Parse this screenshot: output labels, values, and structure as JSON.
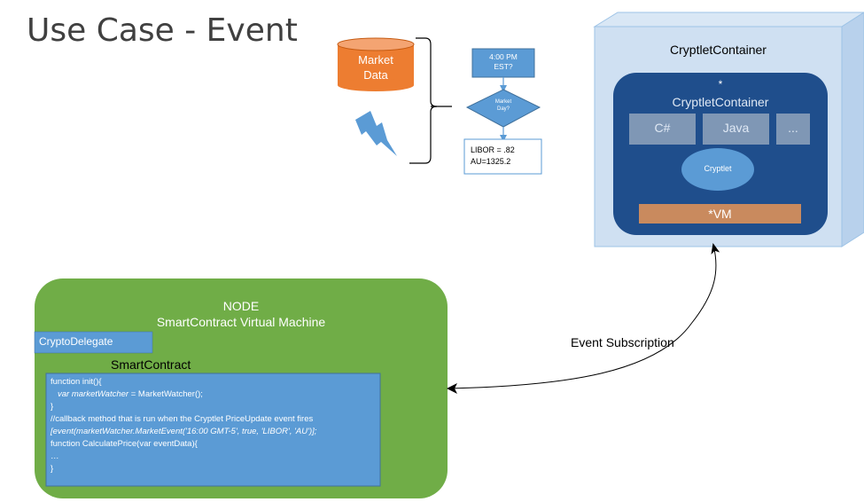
{
  "slide": {
    "title": "Use Case - Event"
  },
  "market_data": {
    "label_line1": "Market",
    "label_line2": "Data"
  },
  "flowchart": {
    "time_box_line1": "4:00 PM",
    "time_box_line2": "EST?",
    "decision_line1": "Market",
    "decision_line2": "Day?",
    "result_line1": "LIBOR = .82",
    "result_line2": "AU=1325.2"
  },
  "container": {
    "title": "CryptletContainer",
    "star": "*",
    "inner_title": "CryptletContainer",
    "languages": [
      "C#",
      "Java",
      "..."
    ],
    "cryptlet": "Cryptlet",
    "vm": "*VM"
  },
  "node": {
    "title": "NODE",
    "subtitle": "SmartContract Virtual Machine",
    "delegate": "CryptoDelegate",
    "contract_label": "SmartContract",
    "code": {
      "line1": "function init(){",
      "line2_var": "var ",
      "line2_name": "marketWatcher",
      "line2_rest": " = MarketWatcher();",
      "line3": "}",
      "line4": "//callback method that is run when the Cryptlet PriceUpdate event fires",
      "line5": "[event(marketWatcher.MarketEvent('16:00 GMT-5', true, 'LIBOR', 'AU')];",
      "line6": "function CalculatePrice(var eventData){",
      "line7": "…",
      "line8": "}"
    }
  },
  "connector": {
    "label": "Event Subscription"
  },
  "colors": {
    "orange": "#ED7D31",
    "blue": "#5B9BD5",
    "dark_blue": "#1F4E8C",
    "green": "#70AD47",
    "container_light": "#CFE0F2",
    "vm_brown": "#C98A5E",
    "lang_gray": "#7F97B5"
  }
}
